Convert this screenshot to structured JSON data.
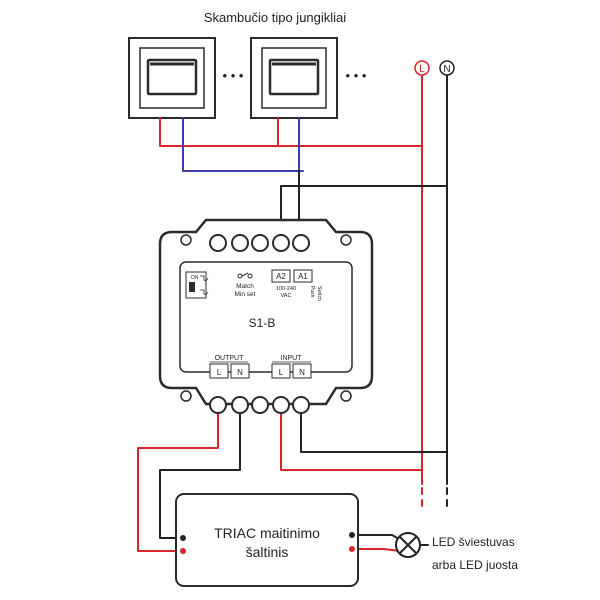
{
  "title": "Skambučio tipo jungikliai",
  "bus": {
    "line_label": "L",
    "neutral_label": "N"
  },
  "switch_ellipsis": "• • •",
  "device": {
    "model": "S1-B",
    "on_label": "ON",
    "match_label": "Match",
    "min_set_label": "Min set",
    "a2": "A2",
    "a1": "A1",
    "voltage_line1": "100-240",
    "voltage_line2": "VAC",
    "push_label": "Push",
    "switch_label": "Switch",
    "output_label": "OUTPUT",
    "input_label": "INPUT",
    "l": "L",
    "n": "N"
  },
  "triac": {
    "line1": "TRIAC maitinimo",
    "line2": "šaltinis"
  },
  "led": {
    "line1": "LED šviestuvas",
    "line2": "arba LED juosta"
  },
  "colors": {
    "line_wire": "#d8262b",
    "neutral_wire": "#222222",
    "switch_wire": "#3a3fa8",
    "outline": "#2b2b2b"
  }
}
